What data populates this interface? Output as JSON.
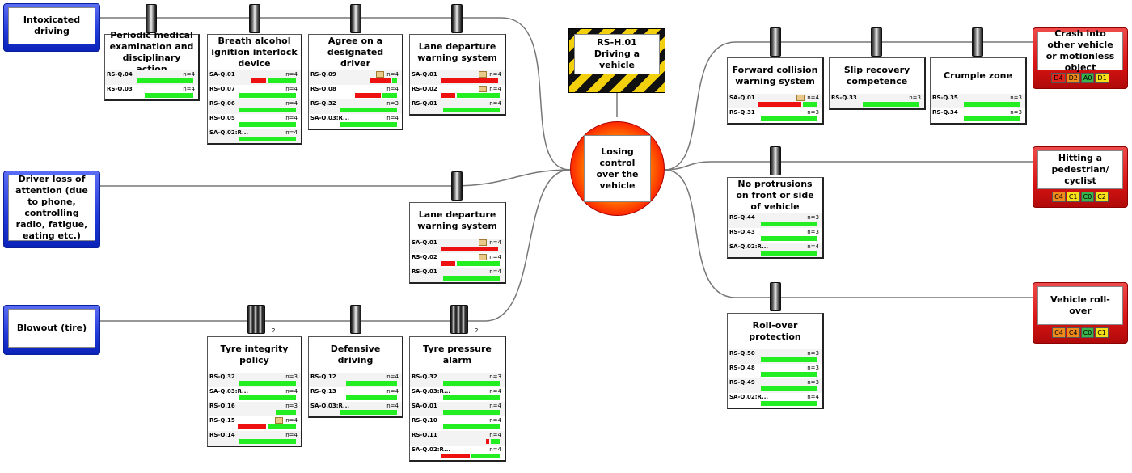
{
  "hazard": {
    "label": "RS-H.01 Driving a vehicle"
  },
  "top_event": {
    "label": "Losing control over the vehicle"
  },
  "threats": [
    {
      "id": "t1",
      "label": "Intoxicated driving"
    },
    {
      "id": "t2",
      "label": "Driver loss of attention (due to phone, controlling radio, fatigue, eating etc.)"
    },
    {
      "id": "t3",
      "label": "Blowout (tire)"
    }
  ],
  "consequences": [
    {
      "id": "c1",
      "label": "Crash into other vehicle or motionless object",
      "badges": [
        {
          "text": "D4",
          "color": "#e2231a"
        },
        {
          "text": "D2",
          "color": "#f08a1c"
        },
        {
          "text": "A0",
          "color": "#39b54a"
        },
        {
          "text": "D1",
          "color": "#f7e01a"
        }
      ]
    },
    {
      "id": "c2",
      "label": "Hitting a pedestrian/ cyclist",
      "badges": [
        {
          "text": "C4",
          "color": "#f08a1c"
        },
        {
          "text": "C1",
          "color": "#f7e01a"
        },
        {
          "text": "C0",
          "color": "#39b54a"
        },
        {
          "text": "C2",
          "color": "#f7e01a"
        }
      ]
    },
    {
      "id": "c3",
      "label": "Vehicle roll-over",
      "badges": [
        {
          "text": "C4",
          "color": "#f08a1c"
        },
        {
          "text": "C4",
          "color": "#f08a1c"
        },
        {
          "text": "C0",
          "color": "#39b54a"
        },
        {
          "text": "C1",
          "color": "#f7e01a"
        }
      ]
    }
  ],
  "barriers": [
    {
      "title": "Periodic medical examination and disciplinary action",
      "rows": [
        {
          "q": "RS-Q.04",
          "n": "n=4",
          "red": 0,
          "green": 1,
          "comment": false
        },
        {
          "q": "RS-Q.03",
          "n": "n=4",
          "red": 0,
          "green": 0.85,
          "comment": false
        }
      ]
    },
    {
      "title": "Breath alcohol ignition interlock device",
      "rows": [
        {
          "q": "SA-Q.01",
          "n": "n=4",
          "red": 0.25,
          "green": 0.5,
          "comment": false
        },
        {
          "q": "RS-Q.07",
          "n": "n=4",
          "red": 0,
          "green": 1,
          "comment": false
        },
        {
          "q": "RS-Q.06",
          "n": "n=4",
          "red": 0,
          "green": 1,
          "comment": false
        },
        {
          "q": "RS-Q.05",
          "n": "n=4",
          "red": 0,
          "green": 1,
          "comment": false
        },
        {
          "q": "SA-Q.02:R...",
          "n": "n=4",
          "red": 0,
          "green": 1,
          "comment": false
        }
      ]
    },
    {
      "title": "Agree on a designated driver",
      "rows": [
        {
          "q": "RS-Q.09",
          "n": "n=4",
          "red": 0.35,
          "green": 0.08,
          "comment": true
        },
        {
          "q": "RS-Q.08",
          "n": "n=4",
          "red": 0.45,
          "green": 0.25,
          "comment": false
        },
        {
          "q": "RS-Q.32",
          "n": "n=3",
          "red": 0,
          "green": 1,
          "comment": false
        },
        {
          "q": "SA-Q.03:R...",
          "n": "n=4",
          "red": 0,
          "green": 1,
          "comment": false
        }
      ]
    },
    {
      "title": "Lane departure warning system",
      "rows": [
        {
          "q": "SA-Q.01",
          "n": "n=4",
          "red": 1,
          "green": 0,
          "comment": true
        },
        {
          "q": "RS-Q.02",
          "n": "n=4",
          "red": 0.25,
          "green": 0.75,
          "comment": true
        },
        {
          "q": "RS-Q.01",
          "n": "n=4",
          "red": 0,
          "green": 1,
          "comment": false
        }
      ]
    },
    {
      "title": "Lane departure warning system",
      "rows": [
        {
          "q": "SA-Q.01",
          "n": "n=4",
          "red": 1,
          "green": 0,
          "comment": true
        },
        {
          "q": "RS-Q.02",
          "n": "n=4",
          "red": 0.25,
          "green": 0.75,
          "comment": true
        },
        {
          "q": "RS-Q.01",
          "n": "n=4",
          "red": 0,
          "green": 1,
          "comment": false
        }
      ]
    },
    {
      "title": "Tyre integrity policy",
      "rows": [
        {
          "q": "RS-Q.32",
          "n": "n=3",
          "red": 0,
          "green": 1,
          "comment": false
        },
        {
          "q": "SA-Q.03:R...",
          "n": "n=4",
          "red": 0,
          "green": 1,
          "comment": false
        },
        {
          "q": "RS-Q.16",
          "n": "n=3",
          "red": 0,
          "green": 0.35,
          "comment": false
        },
        {
          "q": "RS-Q.15",
          "n": "n=4",
          "red": 0.5,
          "green": 0.5,
          "comment": true
        },
        {
          "q": "RS-Q.14",
          "n": "n=4",
          "red": 0,
          "green": 1,
          "comment": false
        }
      ]
    },
    {
      "title": "Defensive driving",
      "rows": [
        {
          "q": "RS-Q.12",
          "n": "n=4",
          "red": 0,
          "green": 0.9,
          "comment": false
        },
        {
          "q": "RS-Q.13",
          "n": "n=4",
          "red": 0,
          "green": 0.9,
          "comment": false
        },
        {
          "q": "SA-Q.03:R...",
          "n": "n=4",
          "red": 0,
          "green": 1,
          "comment": false
        }
      ]
    },
    {
      "title": "Tyre pressure alarm",
      "rows": [
        {
          "q": "RS-Q.32",
          "n": "n=3",
          "red": 0,
          "green": 1,
          "comment": false
        },
        {
          "q": "SA-Q.03:R...",
          "n": "n=4",
          "red": 0,
          "green": 1,
          "comment": false
        },
        {
          "q": "SA-Q.01",
          "n": "n=4",
          "red": 0,
          "green": 1,
          "comment": false
        },
        {
          "q": "RS-Q.10",
          "n": "n=4",
          "red": 0,
          "green": 1,
          "comment": false
        },
        {
          "q": "RS-Q.11",
          "n": "n=4",
          "red": 0.05,
          "green": 0.15,
          "comment": false
        },
        {
          "q": "SA-Q.02:R...",
          "n": "n=4",
          "red": 0.5,
          "green": 0.5,
          "comment": false
        }
      ]
    },
    {
      "title": "Forward collision warning system",
      "rows": [
        {
          "q": "SA-Q.01",
          "n": "n=4",
          "red": 0.75,
          "green": 0.25,
          "comment": true
        },
        {
          "q": "RS-Q.31",
          "n": "n=3",
          "red": 0,
          "green": 1,
          "comment": false
        }
      ]
    },
    {
      "title": "Slip recovery competence",
      "rows": [
        {
          "q": "RS-Q.33",
          "n": "n=3",
          "red": 0,
          "green": 1,
          "comment": false
        }
      ]
    },
    {
      "title": "Crumple zone",
      "rows": [
        {
          "q": "RS-Q.35",
          "n": "n=3",
          "red": 0,
          "green": 1,
          "comment": false
        },
        {
          "q": "RS-Q.34",
          "n": "n=3",
          "red": 0,
          "green": 1,
          "comment": false
        }
      ]
    },
    {
      "title": "No protrusions on front or side of vehicle",
      "rows": [
        {
          "q": "RS-Q.44",
          "n": "n=3",
          "red": 0,
          "green": 1,
          "comment": false
        },
        {
          "q": "RS-Q.43",
          "n": "n=3",
          "red": 0,
          "green": 1,
          "comment": false
        },
        {
          "q": "SA-Q.02:R...",
          "n": "n=4",
          "red": 0,
          "green": 1,
          "comment": false
        }
      ]
    },
    {
      "title": "Roll-over protection",
      "rows": [
        {
          "q": "RS-Q.50",
          "n": "n=3",
          "red": 0,
          "green": 1,
          "comment": false
        },
        {
          "q": "RS-Q.48",
          "n": "n=3",
          "red": 0,
          "green": 1,
          "comment": false
        },
        {
          "q": "RS-Q.49",
          "n": "n=3",
          "red": 0,
          "green": 1,
          "comment": false
        },
        {
          "q": "SA-Q.02:R...",
          "n": "n=4",
          "red": 0,
          "green": 1,
          "comment": false
        }
      ]
    }
  ],
  "multi_barrier_counts": [
    "2",
    "2"
  ]
}
